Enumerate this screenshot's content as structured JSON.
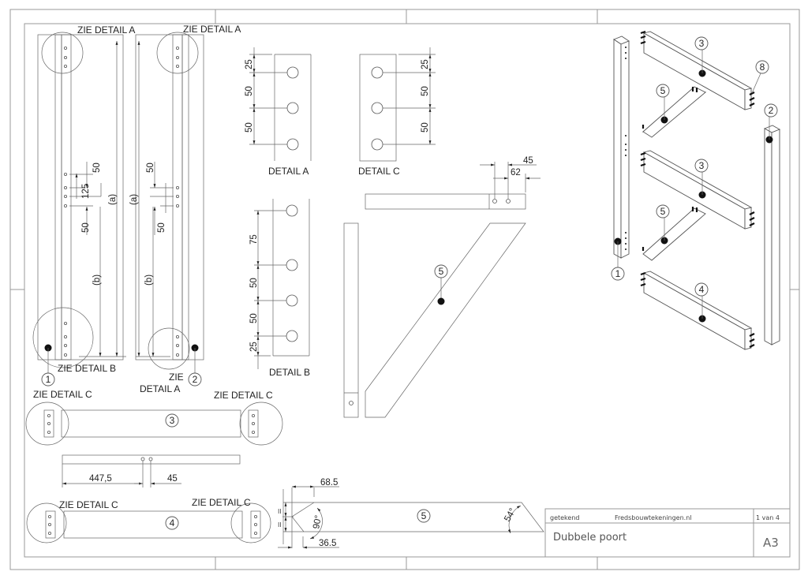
{
  "drawing": {
    "title": "Dubbele poort",
    "drawn_by_label": "getekend",
    "author": "Fredsbouwtekeningen.nl",
    "sheet": "1 van 4",
    "paper_size": "A3"
  },
  "callouts": {
    "see_detail_a": "ZIE DETAIL A",
    "see_detail_b": "ZIE DETAIL B",
    "see_detail_c": "ZIE DETAIL C",
    "zie": "ZIE",
    "detail_a": "DETAIL A"
  },
  "details": {
    "a": {
      "label": "DETAIL A",
      "dims": [
        "25",
        "50",
        "50"
      ]
    },
    "c": {
      "label": "DETAIL C",
      "dims": [
        "25",
        "50",
        "50"
      ]
    },
    "b": {
      "label": "DETAIL B",
      "dims": [
        "75",
        "50",
        "50",
        "25"
      ]
    }
  },
  "post_views": {
    "dims": {
      "top_offset": "50",
      "spacing": "125",
      "bottom_offset": "50",
      "a": "(a)",
      "b": "(b)"
    }
  },
  "brace_view": {
    "dims": [
      "45",
      "62"
    ],
    "balloon": "5"
  },
  "rail_views": {
    "rail3_balloon": "3",
    "rail4_balloon": "4",
    "hole_dims": [
      "447,5",
      "45"
    ]
  },
  "brace_cut": {
    "balloon": "5",
    "dims": [
      "68.5",
      "36.5"
    ],
    "angles": [
      "90°",
      "54°"
    ],
    "equal_mark": "II"
  },
  "assembly": {
    "balloons": [
      "1",
      "2",
      "3",
      "3",
      "4",
      "5",
      "5",
      "8"
    ]
  }
}
